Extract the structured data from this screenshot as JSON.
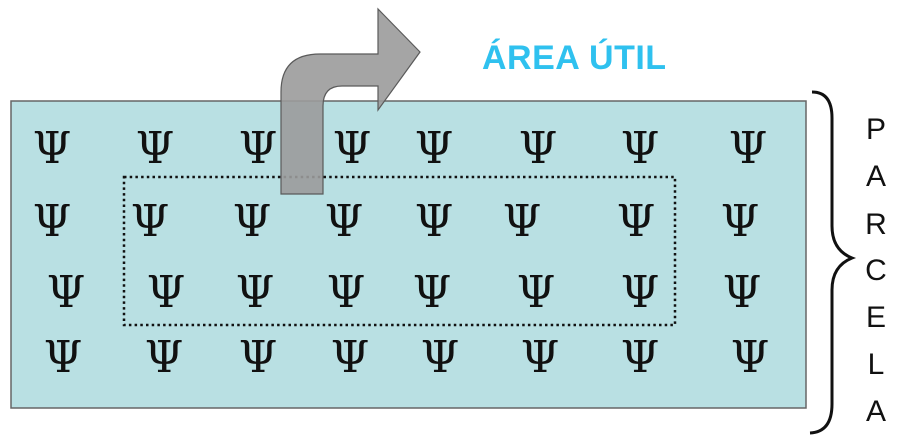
{
  "title": "ÁREA ÚTIL",
  "side_label": [
    "P",
    "A",
    "R",
    "C",
    "E",
    "L",
    "A"
  ],
  "plant_symbol": "Ψ",
  "plant_icon": "plant-psi-icon",
  "colors": {
    "plot_fill": "#b9e0e3",
    "plot_border": "#666666",
    "title": "#2fc1ef",
    "arrow_fill": "#9b9b9b",
    "arrow_stroke": "#5a5a5a",
    "useful_area_border": "#111111"
  },
  "plant_grid": {
    "rows": 4,
    "cols": 8
  }
}
